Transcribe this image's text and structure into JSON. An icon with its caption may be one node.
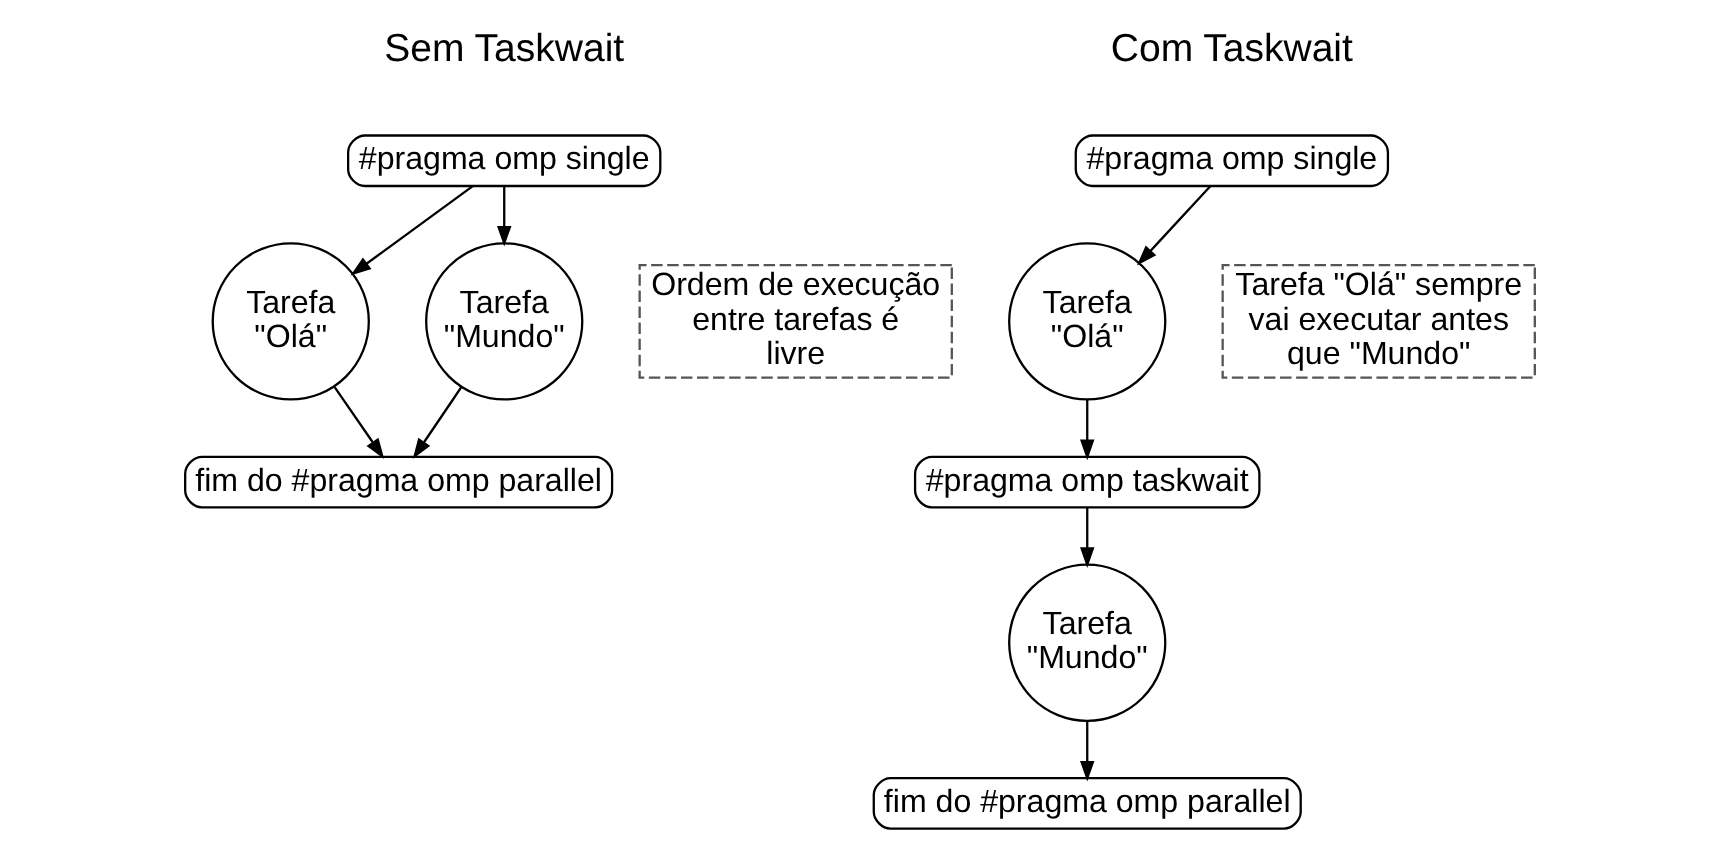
{
  "diagram": {
    "nodes": [
      {
        "text": [
          "#pragma omp single"
        ]
      },
      {
        "text": [
          "Tarefa \"Olá\""
        ]
      },
      {
        "text": [
          "Tarefa \"Mundo\""
        ]
      },
      {
        "text": [
          "fim do #pragma omp parallel"
        ]
      },
      {
        "text": [
          "Ordem de execução entre tarefas é livre"
        ]
      },
      {
        "text": [
          "#pragma omp single"
        ]
      },
      {
        "text": [
          "Tarefa \"Olá\""
        ]
      },
      {
        "text": [
          "#pragma omp taskwait"
        ]
      },
      {
        "text": [
          "Tarefa \"Mundo\""
        ]
      },
      {
        "text": [
          "fim do #pragma omp parallel"
        ]
      },
      {
        "text": [
          "Tarefa \"Olá\" sempre vai executar antes que \"Mundo\""
        ]
      }
    ],
    "edges": [
      {
        "from": 0,
        "to": 1,
        "arrow": "to"
      },
      {
        "from": 0,
        "to": 2,
        "arrow": "to"
      },
      {
        "from": 1,
        "to": 3,
        "arrow": "to"
      },
      {
        "from": 2,
        "to": 3,
        "arrow": "to"
      },
      {
        "from": 5,
        "to": 6,
        "arrow": "to"
      },
      {
        "from": 6,
        "to": 7,
        "arrow": "to"
      },
      {
        "from": 7,
        "to": 8,
        "arrow": "to"
      },
      {
        "from": 8,
        "to": 9,
        "arrow": "to"
      }
    ],
    "labels": [
      "Sem Taskwait",
      "Com Taskwait"
    ]
  }
}
